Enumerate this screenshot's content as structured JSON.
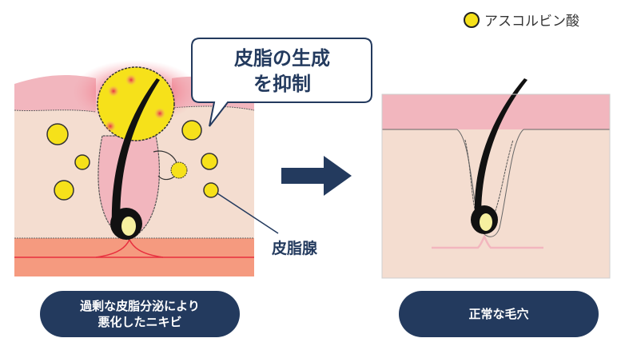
{
  "legend": {
    "label": "アスコルビン酸",
    "color": "#f6e11a"
  },
  "speech_bubble": {
    "line1": "皮脂の生成",
    "line2": "を抑制"
  },
  "callout": {
    "label": "皮脂腺"
  },
  "left_caption": {
    "line1": "過剰な皮脂分泌により",
    "line2": "悪化したニキビ"
  },
  "right_caption": {
    "text": "正常な毛穴"
  },
  "colors": {
    "navy": "#233a5e",
    "skin": "#f4ddd0",
    "epidermis": "#f2b6be",
    "dermis": "#f59a7f",
    "sebum": "#f6e11a",
    "inflammation": "#e8303f"
  }
}
